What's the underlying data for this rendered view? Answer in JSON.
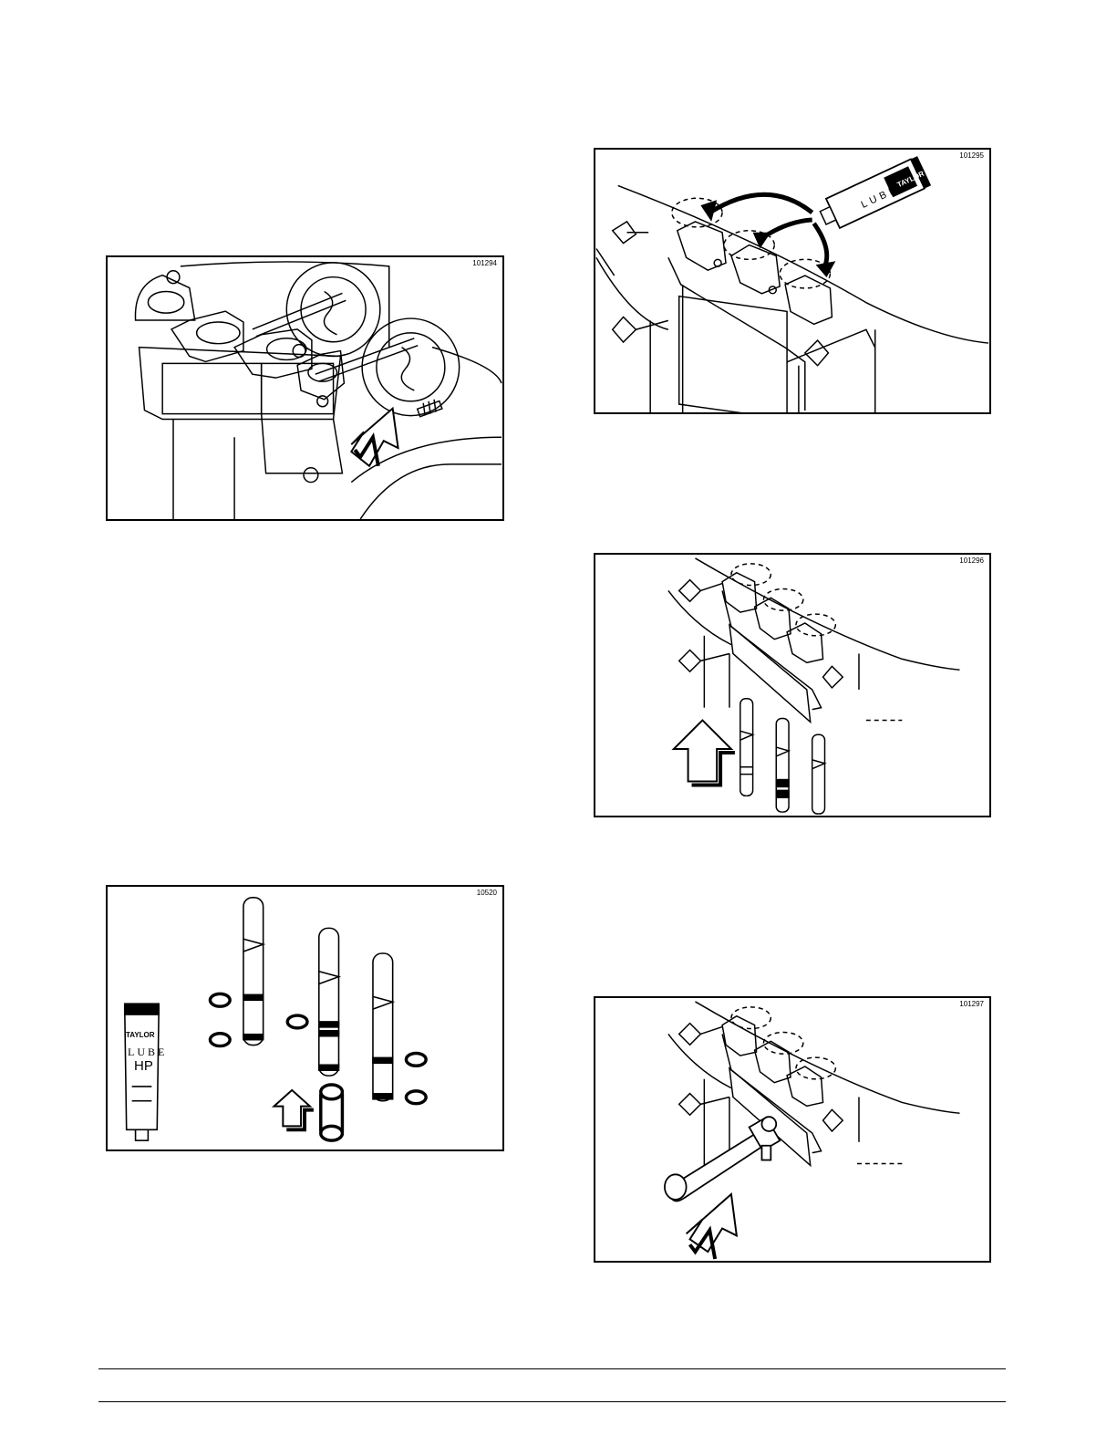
{
  "figures": [
    {
      "id": "101294"
    },
    {
      "id": "101295",
      "tube_brand": "TAYLOR",
      "tube_product": "LUBE"
    },
    {
      "id": "101296"
    },
    {
      "id": "10520",
      "tube_brand": "TAYLOR",
      "tube_product": "LUBE",
      "tube_variant": "HP"
    },
    {
      "id": "101297"
    }
  ]
}
